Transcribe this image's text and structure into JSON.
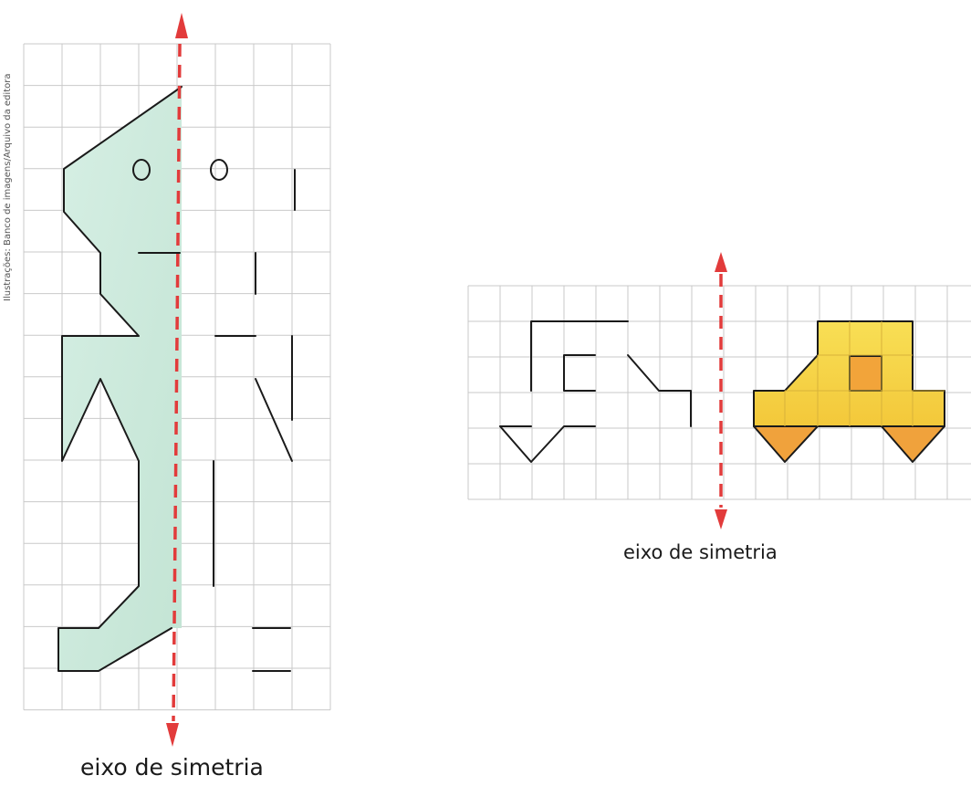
{
  "labels": {
    "axis_left": "eixo de simetria",
    "axis_right": "eixo de simetria"
  },
  "credit": "Ilustrações: Banco de imagens/Arquivo da editora",
  "colors": {
    "axis": "#e23b3b",
    "person_fill": "#cde9dc",
    "car_fill": "#f6d64a",
    "car_window": "#f2a43a",
    "car_wheel": "#f0a23c",
    "grid": "#c9c9c9",
    "outline": "#1a1a1a"
  },
  "figures": [
    {
      "id": "person",
      "description_hidden": true,
      "symmetric_half_drawn": "left"
    },
    {
      "id": "car",
      "symmetric_half_drawn": "right"
    }
  ]
}
